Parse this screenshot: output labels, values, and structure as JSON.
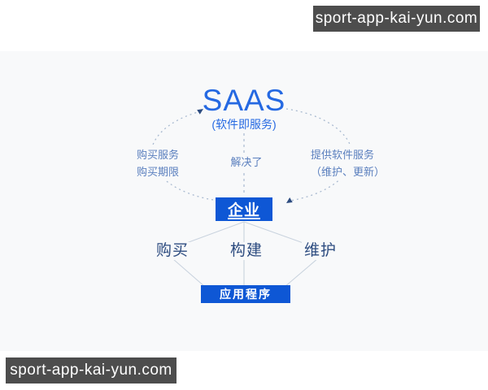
{
  "colors": {
    "accent-blue": "#2569e2",
    "box-blue": "#0e57d5",
    "note-blue": "#5a7fbe",
    "dark-navy": "#2d4c80",
    "line-gray": "#c9d3de",
    "dash-gray": "#a9bad0",
    "panel-bg": "#f8f9fa",
    "watermark-bg": "#4d4d4d",
    "watermark-text": "#ffffff"
  },
  "watermark": {
    "domain": "sport-app-kai-yun.com"
  },
  "diagram": {
    "title": "SAAS",
    "subtitle": "(软件即服务)",
    "notes": {
      "left": [
        "购买服务",
        "购买期限"
      ],
      "center": "解决了",
      "right": [
        "提供软件服务",
        "（维护、更新）"
      ]
    },
    "enterprise": "企业",
    "mid_labels": [
      "购买",
      "构建",
      "维护"
    ],
    "application": "应用程序"
  }
}
